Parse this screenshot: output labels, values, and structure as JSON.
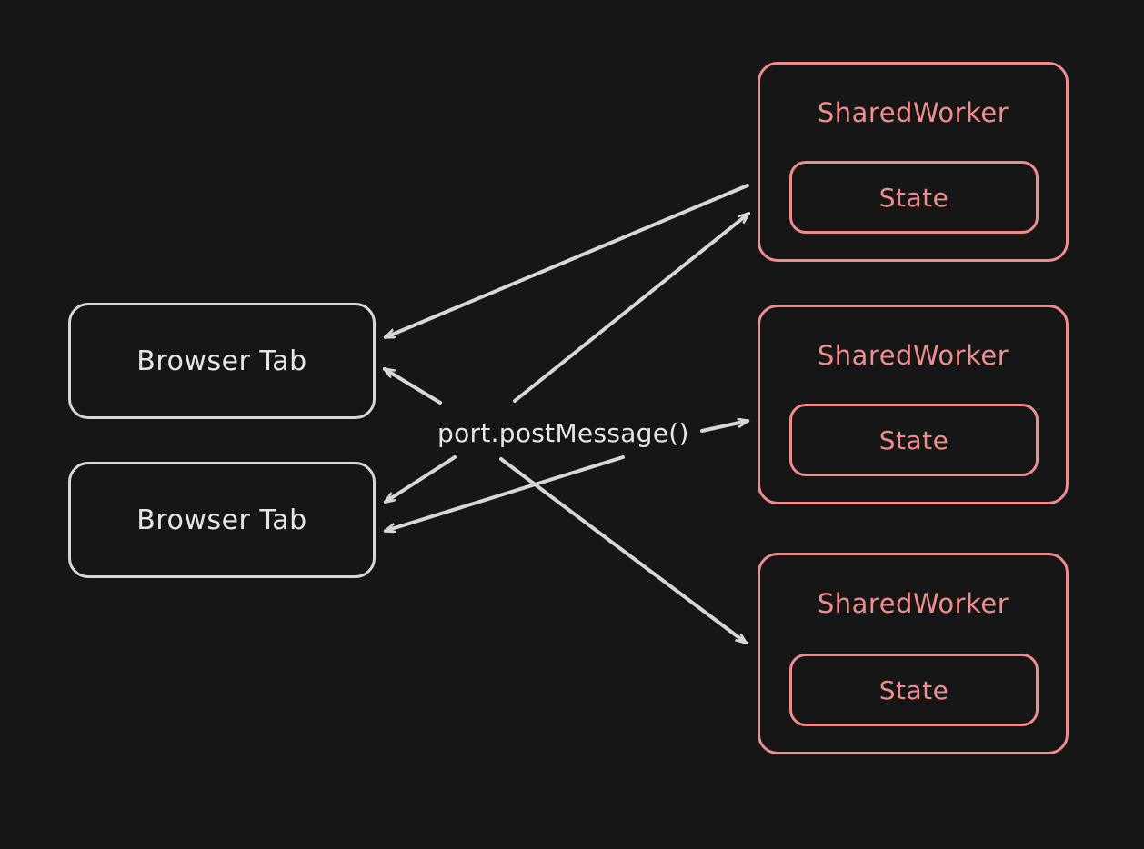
{
  "diagram": {
    "title_text_color": "#e6e6e6",
    "background_color": "#161616",
    "accent_color": "#ef8c8c",
    "neutral_color": "#d7d7d7",
    "edge_label": "port.postMessage()",
    "tabs": [
      {
        "label": "Browser Tab"
      },
      {
        "label": "Browser Tab"
      }
    ],
    "workers": [
      {
        "title": "SharedWorker",
        "state_label": "State"
      },
      {
        "title": "SharedWorker",
        "state_label": "State"
      },
      {
        "title": "SharedWorker",
        "state_label": "State"
      }
    ]
  }
}
